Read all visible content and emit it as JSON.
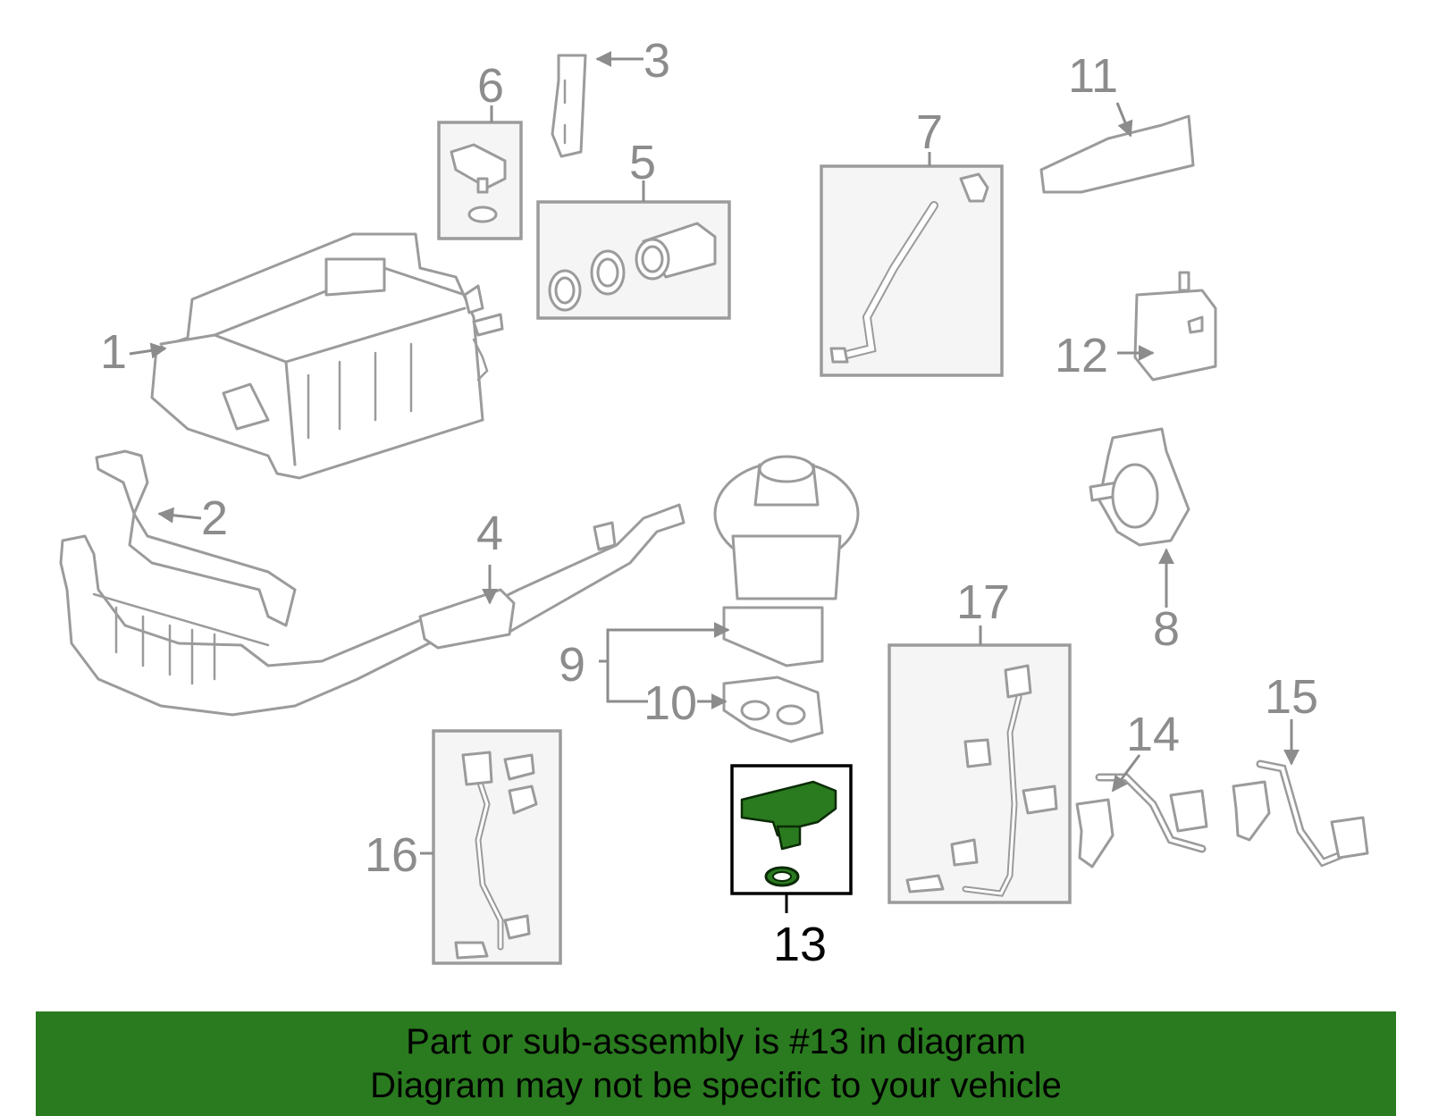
{
  "callouts": {
    "c1": "1",
    "c2": "2",
    "c3": "3",
    "c4": "4",
    "c5": "5",
    "c6": "6",
    "c7": "7",
    "c8": "8",
    "c9": "9",
    "c10": "10",
    "c11": "11",
    "c12": "12",
    "c13": "13",
    "c14": "14",
    "c15": "15",
    "c16": "16",
    "c17": "17"
  },
  "highlighted_part": "13",
  "banner": {
    "line1": "Part or sub-assembly is #13 in diagram",
    "line2": "Diagram may not be specific to your vehicle"
  },
  "colors": {
    "banner_bg": "#2a7a1f",
    "highlight": "#2a7a1f",
    "callout_gray": "#8c8c8c",
    "part_stroke": "#9b9b9b"
  }
}
